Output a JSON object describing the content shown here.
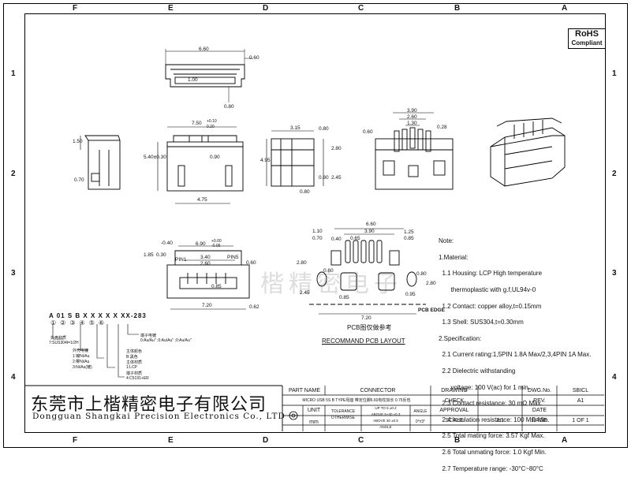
{
  "columns": [
    "F",
    "E",
    "D",
    "C",
    "B",
    "A"
  ],
  "rows": [
    "1",
    "2",
    "3",
    "4"
  ],
  "rohs": {
    "line1": "RoHS",
    "line2": "Compliant"
  },
  "views": {
    "top_dims": [
      "6.60",
      "0.60",
      "1.00",
      "0.80"
    ],
    "front_dims": [
      "7.50",
      "+0.10",
      "0.20",
      "0.90",
      "5.40±0.30",
      "4.75"
    ],
    "left_dims": [
      "1.50",
      "0.70"
    ],
    "side_dims": [
      "3.15",
      "0.80",
      "4.95",
      "2.80",
      "0.80",
      "2.45",
      "0.80"
    ],
    "back_dims": [
      "3.90",
      "2.60",
      "1.30",
      "0.28",
      "0.60"
    ],
    "bottom_dims": [
      "6.90",
      "+0.00",
      "-0.05",
      "3.40",
      "2.60",
      "1.85",
      "0.30",
      "-0.40",
      "0.60",
      "0.85",
      "7.20",
      "0.62",
      "PIN1",
      "PIN5"
    ],
    "pcb_dims": [
      "6.60",
      "3.90",
      "0.65",
      "0.40",
      "1.25",
      "0.85",
      "1.10",
      "0.70",
      "2.80",
      "2.45",
      "0.60",
      "0.85",
      "0.95",
      "0.80",
      "7.20",
      "2.80",
      "PCB EDGE"
    ]
  },
  "pcb_caption": "PCB图仅做参考",
  "recommand_caption": "RECOMMAND  PCB  LAYOUT",
  "notes": [
    "Note:",
    "1.Material:",
    "  1.1 Housing: LCP High temperature",
    "       thermoplastic with g.f,UL94v-0",
    "  1.2 Contact: copper alloy,t=0.15mm",
    "  1.3 Shell: SUS304,t=0.30mm",
    "2.Specification:",
    "  2.1 Current rating:1,5PIN 1.8A Max/2,3,4PIN 1A Max.",
    "  2.2 Dielectric withstanding",
    "       voltage: 100 V(ac) for 1 min.",
    "  2.3 Contact resistance: 30 mΩ Max.",
    "  2.4 Insulation resistance: 100 MΩ Min.",
    "  2.5 Total mating force: 3.57 Kgf Max.",
    "  2.6 Total unmating force: 1.0 Kgf Min.",
    "  2.7 Temperature range: -30°C~80°C"
  ],
  "part_code": {
    "code": "A 01 S B X X X X X  XX-283",
    "circles": [
      "①",
      "②",
      "③",
      "④",
      "⑤",
      "⑥"
    ],
    "labels": [
      "外壳材质",
      "7:SUS304t=1/2H",
      "外壳电镀",
      "1:镍Ni/Au",
      "2:雾Ni/Au",
      "3:Ni/Au(镀)",
      "端子电镀",
      "0:Au/Au''  ;0:Au/Au''  ;0:Au/Au''",
      "主体颜色",
      "B:黑色",
      "主体材质",
      "1:LCP",
      "端子材质",
      "4:C5191+ER"
    ]
  },
  "company": {
    "cn": "东莞市上楷精密电子有限公司",
    "en": "Dongguan Shangkai Precision Electronics Co., LTD"
  },
  "watermark": "楷精密电子",
  "title_block": {
    "part_name_label": "PART NAME",
    "part_name": "CONNECTOR",
    "drawing_label": "DRAWING",
    "dwg_no_label": "DWG.No.",
    "dwg_no": "SBICL",
    "description": "MICRO USB 5S B TYPE母座 带定位脚6.60有柱加长 0.75反包",
    "check_label": "CHECK",
    "rev_label": "REV.",
    "rev": "A1",
    "unit_label": "UNIT",
    "unit": "mm",
    "tolerance_label": "TOLERANCE",
    "otherwise_label": "OTHERWISE",
    "tol_rows": [
      "UP TO 5    ±0.2",
      "ABOVE 5~30  ±0.3",
      "ABOVE 30    ±0.5"
    ],
    "angle_label": "ANGLE",
    "angle_tol": "±3°",
    "angle_text": "ANGLE",
    "angle_val": "0°±3°",
    "approval_label": "APPROVAL",
    "date_label": "DATE",
    "scale_label": "SCALE",
    "scale": "2:1",
    "page_label": "PAGE",
    "page": "1 OF 1"
  }
}
